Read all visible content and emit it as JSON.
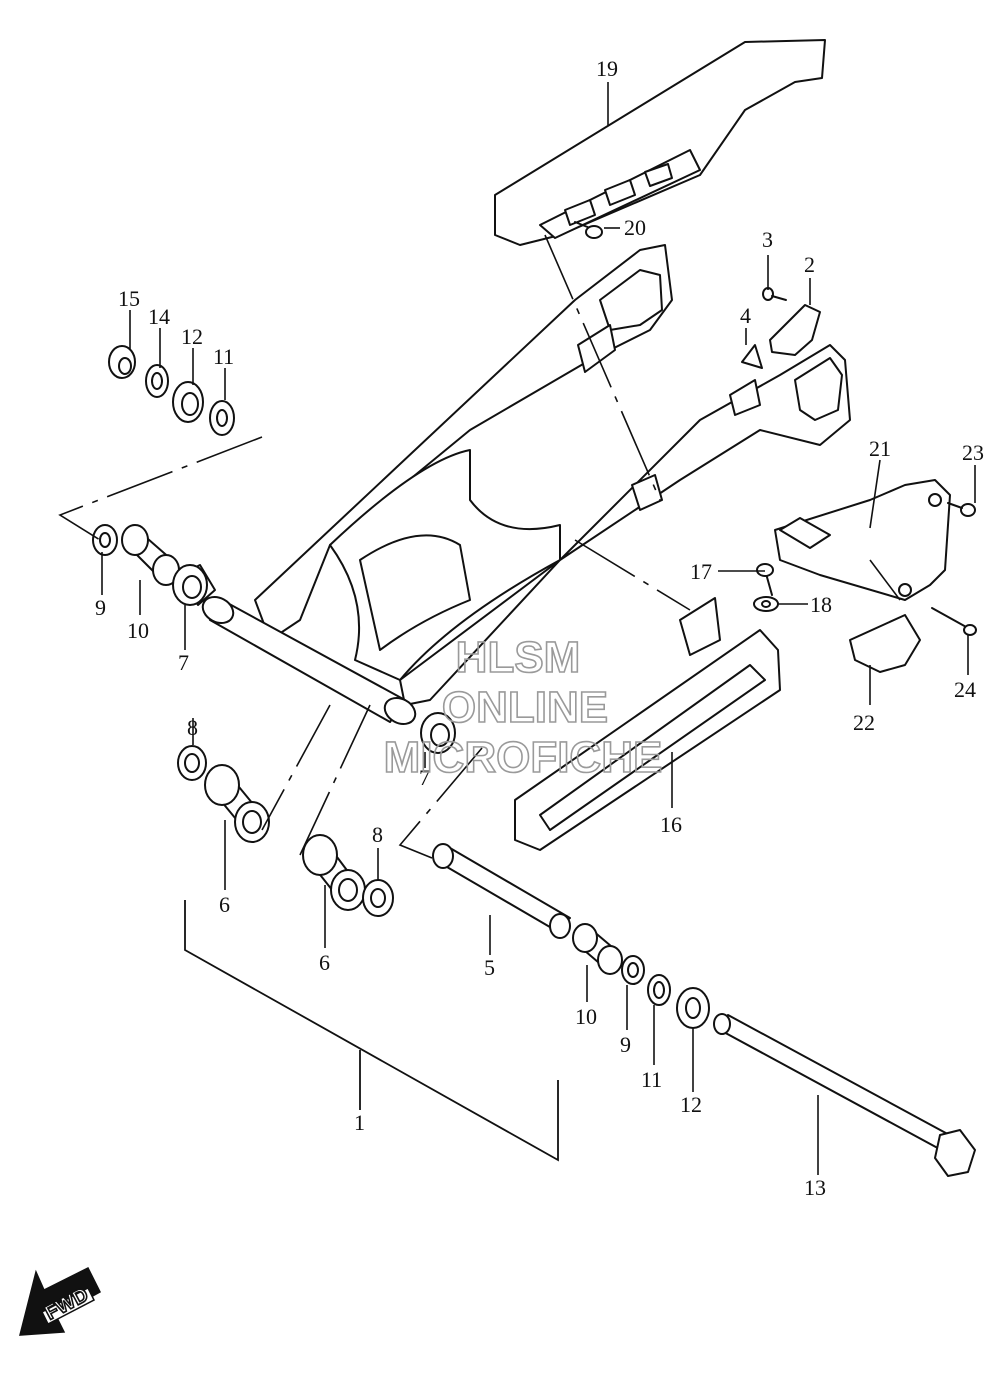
{
  "watermark": {
    "line1": "HLSM",
    "line2": "ONLINE",
    "line3": "MICROFICHE"
  },
  "forward_arrow": {
    "label": "FWD"
  },
  "callouts": {
    "c1": "1",
    "c2": "2",
    "c3": "3",
    "c4": "4",
    "c5": "5",
    "c6a": "6",
    "c6b": "6",
    "c7a": "7",
    "c7b": "7",
    "c8a": "8",
    "c8b": "8",
    "c9a": "9",
    "c9b": "9",
    "c10a": "10",
    "c10b": "10",
    "c11a": "11",
    "c11b": "11",
    "c12a": "12",
    "c12b": "12",
    "c13": "13",
    "c14": "14",
    "c15": "15",
    "c16": "16",
    "c17": "17",
    "c18": "18",
    "c19": "19",
    "c20": "20",
    "c21": "21",
    "c22": "22",
    "c23": "23",
    "c24": "24"
  }
}
